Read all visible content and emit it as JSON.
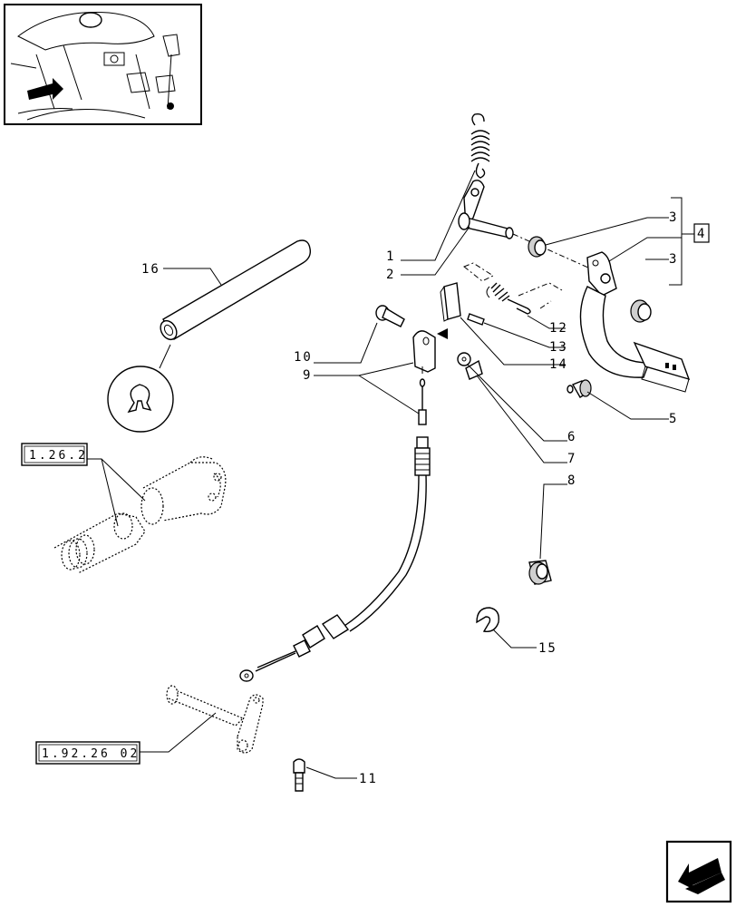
{
  "callouts": {
    "c1": "1",
    "c2": "2",
    "c3a": "3",
    "c3b": "3",
    "c4": "4",
    "c5": "5",
    "c6": "6",
    "c7": "7",
    "c8": "8",
    "c9": "9",
    "c10": "10",
    "c11": "11",
    "c12": "12",
    "c13": "13",
    "c14": "14",
    "c15": "15",
    "c16": "16"
  },
  "references": {
    "ref_top": "1.26.2",
    "ref_bottom": "1.92.26 02"
  }
}
